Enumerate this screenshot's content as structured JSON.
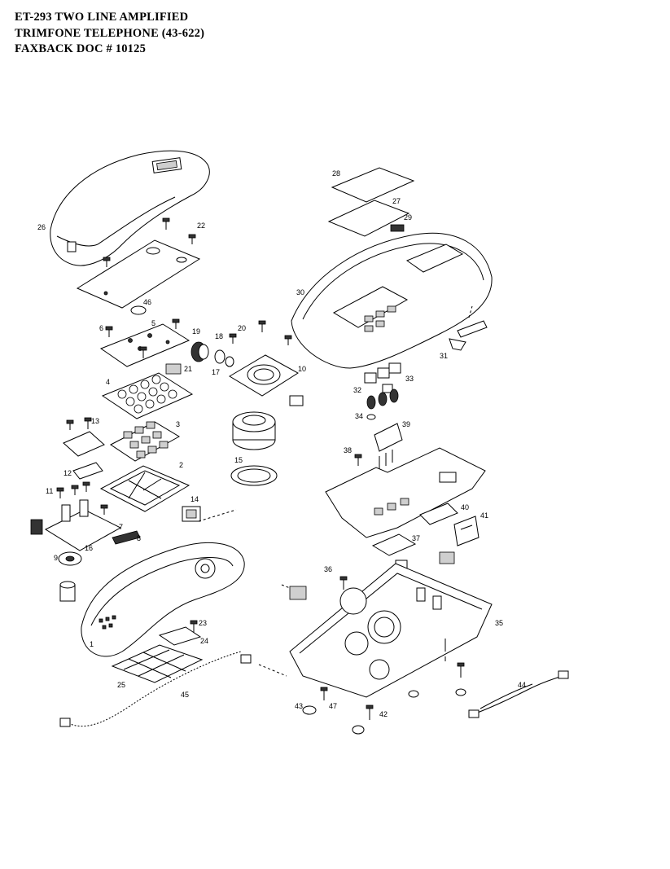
{
  "header": {
    "line1": "ET-293 TWO LINE AMPLIFIED",
    "line2": "TRIMFONE TELEPHONE  (43-622)",
    "line3": "FAXBACK DOC # 10125"
  },
  "diagram": {
    "part_numbers": [
      "1",
      "2",
      "3",
      "4",
      "5",
      "6",
      "7",
      "8",
      "9",
      "10",
      "11",
      "12",
      "13",
      "14",
      "15",
      "16",
      "17",
      "18",
      "19",
      "20",
      "21",
      "22",
      "23",
      "24",
      "25",
      "26",
      "27",
      "28",
      "29",
      "30",
      "31",
      "32",
      "33",
      "34",
      "35",
      "36",
      "37",
      "38",
      "39",
      "40",
      "41",
      "42",
      "43",
      "44",
      "45",
      "46",
      "47"
    ]
  }
}
